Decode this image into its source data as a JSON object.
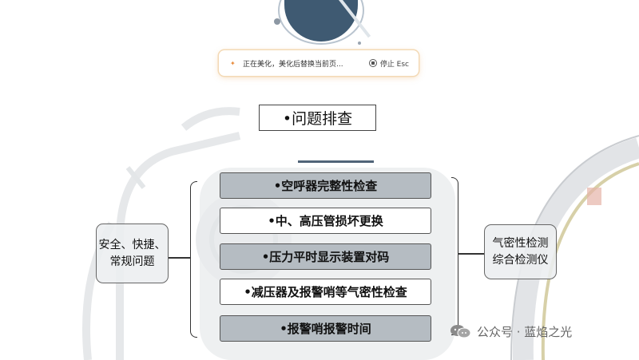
{
  "toast": {
    "message": "正在美化，美化后替换当前页...",
    "stop_label": "停止 Esc",
    "spark_icon": "sparkle-icon",
    "stop_icon": "stop-circle-icon"
  },
  "slide": {
    "title": "•问题排查",
    "left_box": "安全、快捷、\n常规问题",
    "right_box": "气密性检测\n综合检测仪",
    "items": [
      {
        "label": "•空呼器完整性检查",
        "style": "dark"
      },
      {
        "label": "•中、高压管损坏更换",
        "style": "light"
      },
      {
        "label": "•压力平时显示装置对码",
        "style": "dark"
      },
      {
        "label": "•减压器及报警哨等气密性检查",
        "style": "light"
      },
      {
        "label": "•报警哨报警时间",
        "style": "dark"
      }
    ]
  },
  "watermark": {
    "text": "公众号 · 蓝焰之光",
    "icon": "wechat-icon"
  },
  "colors": {
    "accent": "#3f5a72",
    "item_dark": "#b5bcc2",
    "toast_glow": "#f3d9b5"
  }
}
